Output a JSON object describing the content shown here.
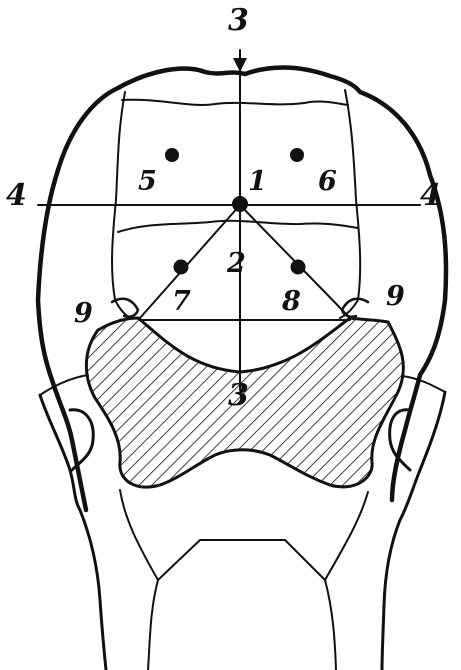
{
  "labels": {
    "top_axis": "3",
    "bottom_axis": "3",
    "left_axis": "4",
    "right_axis": "4",
    "center_point": "1",
    "lower_center": "2",
    "point_upper_left": "5",
    "point_upper_right": "6",
    "point_lower_left": "7",
    "point_lower_right": "8",
    "side_left": "9",
    "side_right": "9"
  },
  "colors": {
    "ink": "#111111",
    "background": "#ffffff"
  }
}
